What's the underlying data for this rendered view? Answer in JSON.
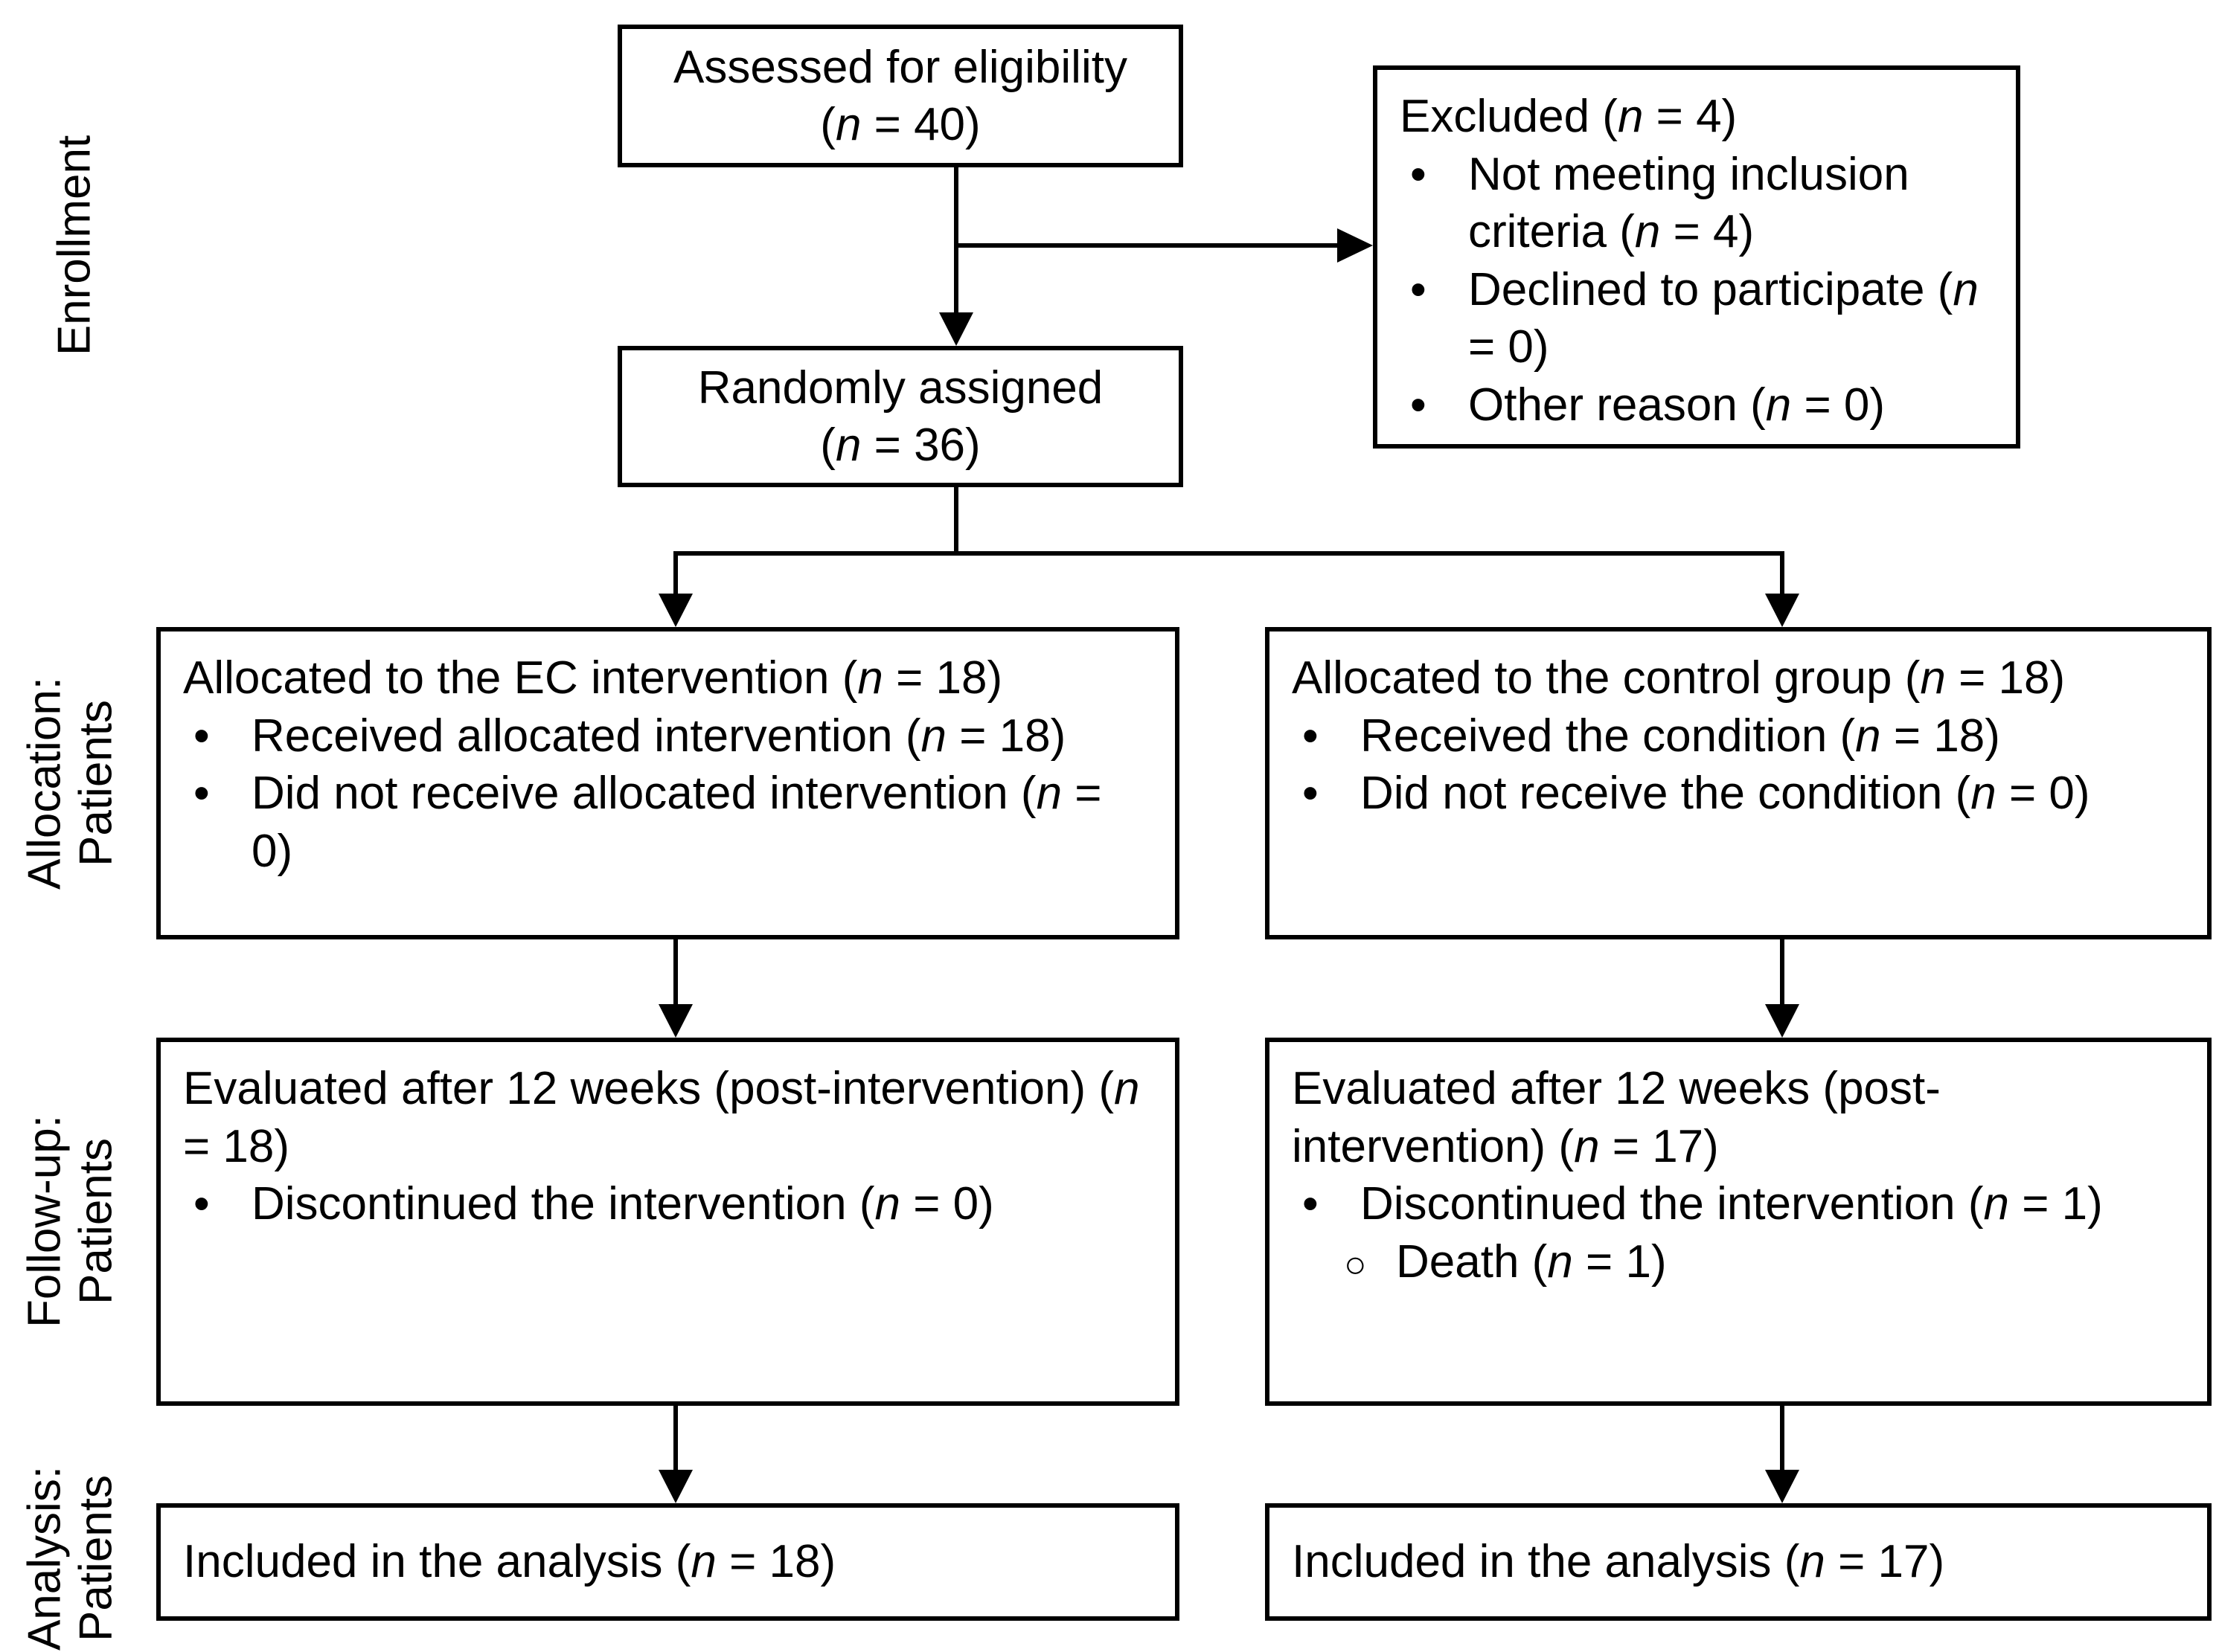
{
  "colors": {
    "ink": "#000000",
    "background": "#ffffff"
  },
  "side_labels": [
    {
      "id": "enrollment",
      "text": "Enrollment"
    },
    {
      "id": "allocation",
      "text": "Allocation:\nPatients"
    },
    {
      "id": "follow-up",
      "text": "Follow-up:\nPatients"
    },
    {
      "id": "analysis",
      "text": "Analysis:\nPatients"
    }
  ],
  "boxes": {
    "assessed": {
      "lines": [
        "Assessed for eligibility",
        "(n = 40)"
      ]
    },
    "excluded": {
      "title": "Excluded (n = 4)",
      "items": [
        {
          "marker": "bullet",
          "text": "Not meeting inclusion criteria (n = 4)"
        },
        {
          "marker": "bullet",
          "text": "Declined to participate (n = 0)"
        },
        {
          "marker": "bullet",
          "text": "Other reason (n = 0)"
        }
      ]
    },
    "randomized": {
      "lines": [
        "Randomly assigned",
        "(n = 36)"
      ]
    },
    "alloc_left": {
      "title": "Allocated to the EC intervention (n = 18)",
      "items": [
        {
          "marker": "bullet",
          "text": "Received allocated intervention (n = 18)"
        },
        {
          "marker": "bullet",
          "text": "Did not receive allocated intervention (n = 0)"
        }
      ]
    },
    "alloc_right": {
      "title": "Allocated to the control group (n = 18)",
      "items": [
        {
          "marker": "bullet",
          "text": "Received the condition (n = 18)"
        },
        {
          "marker": "bullet",
          "text": "Did not receive the condition (n = 0)"
        }
      ]
    },
    "follow_left": {
      "title": "Evaluated after 12 weeks (post-intervention) (n = 18)",
      "items": [
        {
          "marker": "bullet",
          "text": "Discontinued the intervention (n = 0)"
        }
      ]
    },
    "follow_right": {
      "title": "Evaluated after 12 weeks (post-intervention) (n = 17)",
      "items": [
        {
          "marker": "bullet",
          "text": "Discontinued the intervention (n = 1)"
        },
        {
          "marker": "circle",
          "text": "Death (n = 1)"
        }
      ]
    },
    "analysis_left": {
      "title": "Included in the analysis (n = 18)"
    },
    "analysis_right": {
      "title": "Included in the analysis (n = 17)"
    }
  },
  "markers": {
    "bullet": "•",
    "circle": "○"
  }
}
